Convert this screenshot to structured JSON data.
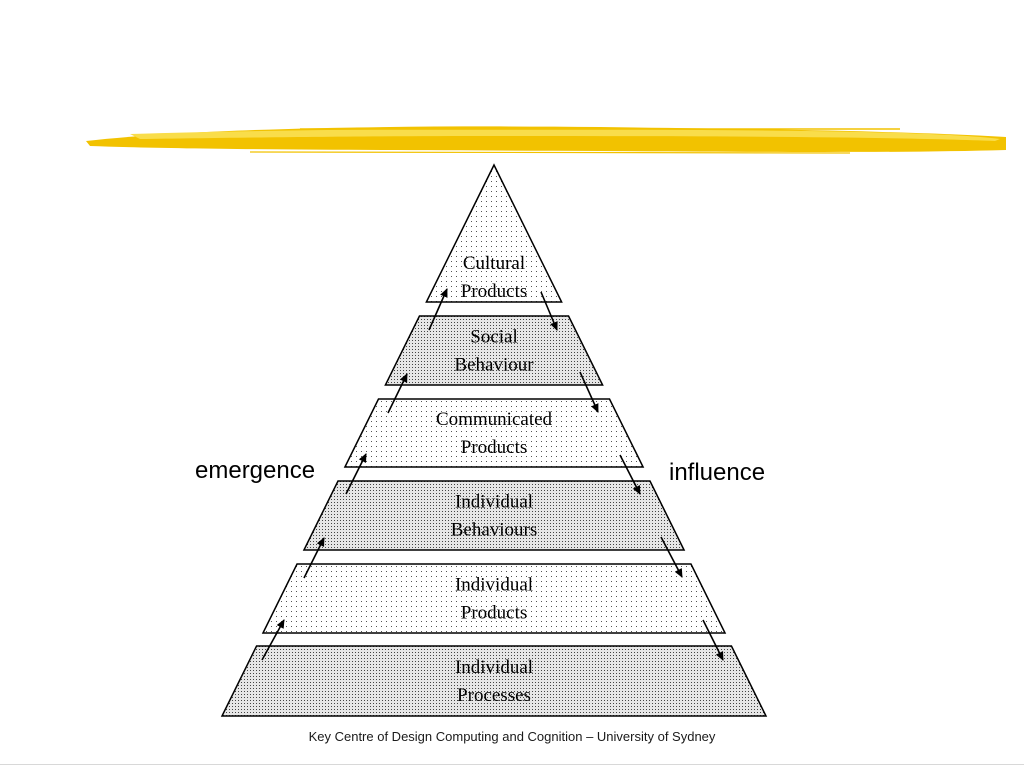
{
  "diagram": {
    "tiers": [
      {
        "lines": [
          "Cultural",
          "Products"
        ],
        "fill": "light"
      },
      {
        "lines": [
          "Social",
          "Behaviour"
        ],
        "fill": "dark"
      },
      {
        "lines": [
          "Communicated",
          "Products"
        ],
        "fill": "light"
      },
      {
        "lines": [
          "Individual",
          "Behaviours"
        ],
        "fill": "dark"
      },
      {
        "lines": [
          "Individual",
          "Products"
        ],
        "fill": "light"
      },
      {
        "lines": [
          "Individual",
          "Processes"
        ],
        "fill": "dark"
      }
    ],
    "left_label": "emergence",
    "right_label": "influence"
  },
  "footer": "Key Centre of Design Computing and Cognition – University of Sydney",
  "colors": {
    "brush": "#f2c200",
    "brush_light": "#f9dd4a",
    "outline": "#000000"
  }
}
